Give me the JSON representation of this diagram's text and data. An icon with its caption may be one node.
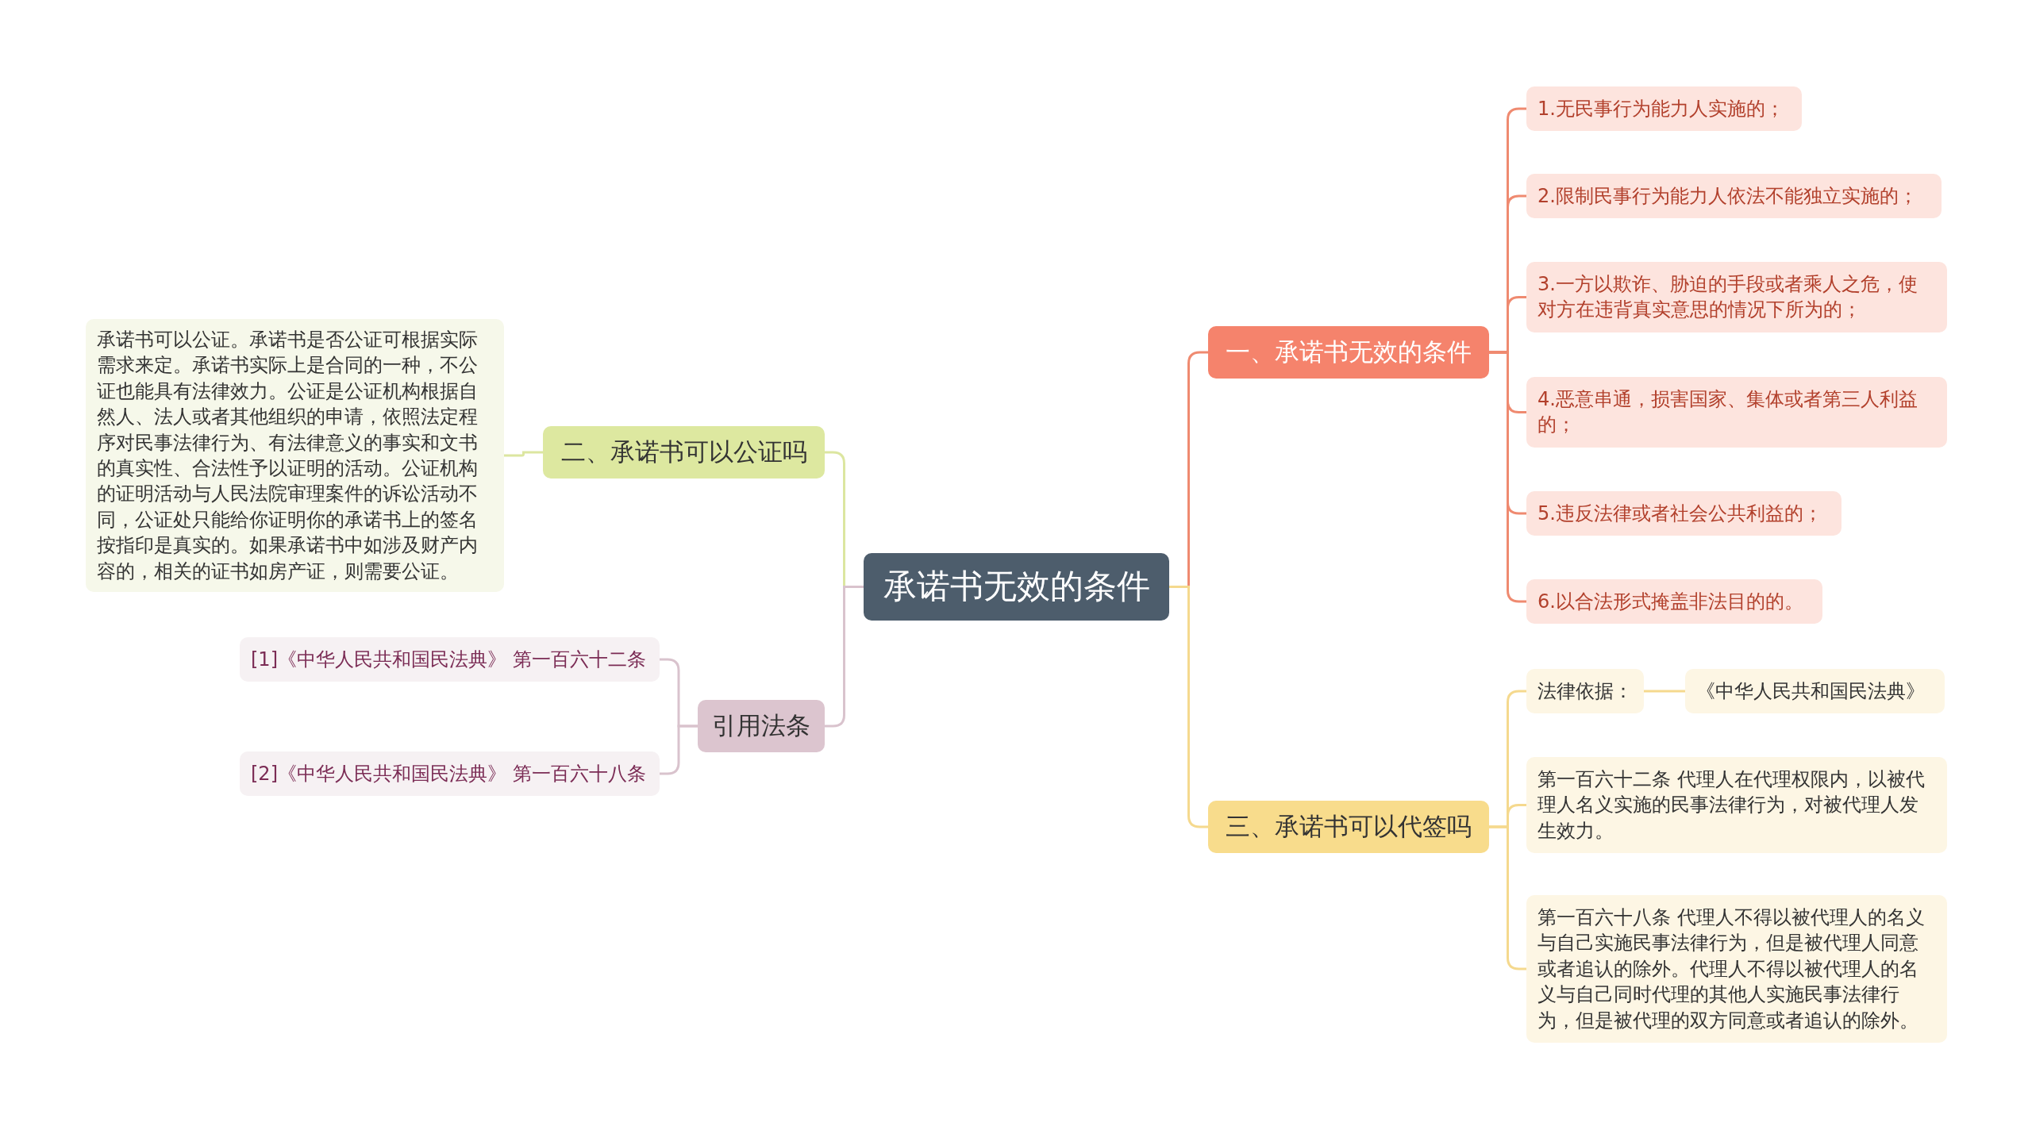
{
  "diagram": {
    "nodes": [
      {
        "text": [
          "承诺书无效的条件"
        ]
      },
      {
        "text": [
          "一、承诺书无效的条件"
        ]
      },
      {
        "text": [
          "1.无民事行为能力人实施的；"
        ]
      },
      {
        "text": [
          "2.限制民事行为能力人依法不能独立实施的；"
        ]
      },
      {
        "text": [
          "3.一方以欺诈、胁迫的手段或者乘人之危，使对方在违背真实意思的情况下所为的；"
        ]
      },
      {
        "text": [
          "4.恶意串通，损害国家、集体或者第三人利益的；"
        ]
      },
      {
        "text": [
          "5.违反法律或者社会公共利益的；"
        ]
      },
      {
        "text": [
          "6.以合法形式掩盖非法目的的。"
        ]
      },
      {
        "text": [
          "三、承诺书可以代签吗"
        ]
      },
      {
        "text": [
          "法律依据："
        ]
      },
      {
        "text": [
          "《中华人民共和国民法典》"
        ]
      },
      {
        "text": [
          "第一百六十二条 代理人在代理权限内，以被代理人名义实施的民事法律行为，对被代理人发生效力。"
        ]
      },
      {
        "text": [
          "第一百六十八条 代理人不得以被代理人的名义与自己实施民事法律行为，但是被代理人同意或者追认的除外。代理人不得以被代理人的名义与自己同时代理的其他人实施民事法律行为，但是被代理的双方同意或者追认的除外。"
        ]
      },
      {
        "text": [
          "二、承诺书可以公证吗"
        ]
      },
      {
        "text": [
          "承诺书可以公证。承诺书是否公证可根据实际需求来定。承诺书实际上是合同的一种，不公证也能具有法律效力。公证是公证机构根据自然人、法人或者其他组织的申请，依照法定程序对民事法律行为、有法律意义的事实和文书的真实性、合法性予以证明的活动。公证机构的证明活动与人民法院审理案件的诉讼活动不同，公证处只能给你证明你的承诺书上的签名按指印是真实的。如果承诺书中如涉及财产内容的，相关的证书如房产证，则需要公证。"
        ]
      },
      {
        "text": [
          "引用法条"
        ]
      },
      {
        "text": [
          "[1]《中华人民共和国民法典》 第一百六十二条"
        ]
      },
      {
        "text": [
          "[2]《中华人民共和国民法典》 第一百六十八条"
        ]
      }
    ],
    "edges": [
      {
        "from": 0,
        "to": 1,
        "arrow": "none",
        "color": "#ef8a70"
      },
      {
        "from": 1,
        "to": 2,
        "arrow": "none",
        "color": "#ef8a70"
      },
      {
        "from": 1,
        "to": 3,
        "arrow": "none",
        "color": "#ef8a70"
      },
      {
        "from": 1,
        "to": 4,
        "arrow": "none",
        "color": "#ef8a70"
      },
      {
        "from": 1,
        "to": 5,
        "arrow": "none",
        "color": "#ef8a70"
      },
      {
        "from": 1,
        "to": 6,
        "arrow": "none",
        "color": "#ef8a70"
      },
      {
        "from": 1,
        "to": 7,
        "arrow": "none",
        "color": "#ef8a70"
      },
      {
        "from": 0,
        "to": 8,
        "arrow": "none",
        "color": "#f5d98e"
      },
      {
        "from": 8,
        "to": 9,
        "arrow": "none",
        "color": "#f5d98e"
      },
      {
        "from": 9,
        "to": 10,
        "arrow": "none",
        "color": "#f5d98e"
      },
      {
        "from": 8,
        "to": 11,
        "arrow": "none",
        "color": "#f5d98e"
      },
      {
        "from": 8,
        "to": 12,
        "arrow": "none",
        "color": "#f5d98e"
      },
      {
        "from": 0,
        "to": 13,
        "arrow": "none",
        "color": "#dce6a0"
      },
      {
        "from": 13,
        "to": 14,
        "arrow": "none",
        "color": "#dce6a0"
      },
      {
        "from": 0,
        "to": 15,
        "arrow": "none",
        "color": "#d9c3cd"
      },
      {
        "from": 15,
        "to": 16,
        "arrow": "none",
        "color": "#d9c3cd"
      },
      {
        "from": 15,
        "to": 17,
        "arrow": "none",
        "color": "#d9c3cd"
      }
    ]
  }
}
